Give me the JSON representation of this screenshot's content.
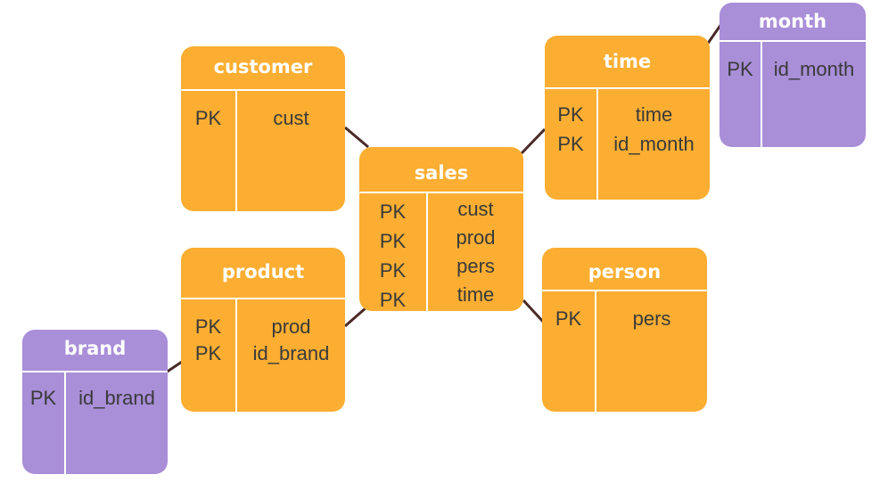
{
  "diagram": {
    "entities": {
      "customer": {
        "name": "customer",
        "keys": [
          "PK"
        ],
        "fields": [
          "cust"
        ]
      },
      "time": {
        "name": "time",
        "keys": [
          "PK",
          "PK"
        ],
        "fields": [
          "time",
          "id_month"
        ]
      },
      "month": {
        "name": "month",
        "keys": [
          "PK"
        ],
        "fields": [
          "id_month"
        ]
      },
      "sales": {
        "name": "sales",
        "keys": [
          "PK",
          "PK",
          "PK",
          "PK"
        ],
        "fields": [
          "cust",
          "prod",
          "pers",
          "time"
        ]
      },
      "product": {
        "name": "product",
        "keys": [
          "PK",
          "PK"
        ],
        "fields": [
          "prod",
          "id_brand"
        ]
      },
      "person": {
        "name": "person",
        "keys": [
          "PK"
        ],
        "fields": [
          "pers"
        ]
      },
      "brand": {
        "name": "brand",
        "keys": [
          "PK"
        ],
        "fields": [
          "id_brand"
        ]
      }
    },
    "colors": {
      "table": "#FBAE32",
      "subtable": "#A98ED8",
      "connector": "#4a2a28",
      "header_text": "#ffffff"
    }
  }
}
